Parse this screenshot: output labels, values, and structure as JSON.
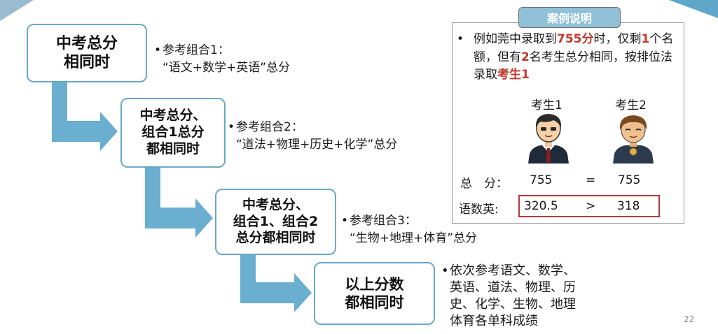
{
  "steps": [
    {
      "lines": [
        "中考总分",
        "相同时"
      ]
    },
    {
      "lines": [
        "中考总分、",
        "组合1总分",
        "都相同时"
      ]
    },
    {
      "lines": [
        "中考总分、",
        "组合1、组合2",
        "总分都相同时"
      ]
    },
    {
      "lines": [
        "以上分数",
        "都相同时"
      ]
    }
  ],
  "notes": [
    {
      "bullet": "•",
      "lines": [
        "参考组合1：",
        "“语文+数学+英语”总分"
      ]
    },
    {
      "bullet": "•",
      "lines": [
        "参考组合2：",
        "“道法+物理+历史+化学”总分"
      ]
    },
    {
      "bullet": "•",
      "lines": [
        "参考组合3：",
        "“生物+地理+体育”总分"
      ]
    },
    {
      "bullet": "•",
      "lines": [
        "依次参考语文、数学、",
        "英语、道法、物理、历",
        "史、化学、生物、地理",
        "体育各单科成绩"
      ]
    }
  ],
  "case": {
    "title": "案例说明",
    "bullet": "•",
    "text": {
      "p1": "例如莞中录取到",
      "score": "755分",
      "p2": "时，仅剩",
      "count": "1",
      "p3": "个名额，但有",
      "tie": "2",
      "p4": "名考生总分相同，按排位法录取",
      "winner": "考生1"
    },
    "candidate1": "考生1",
    "candidate2": "考生2",
    "total_label": "总　分：",
    "total_1": "755",
    "total_op": "=",
    "total_2": "755",
    "sub_label": "语数英:",
    "sub_1": "320.5",
    "sub_op": ">",
    "sub_2": "318"
  },
  "page_number": "22",
  "colors": {
    "arrow": "#6aaed0",
    "box_border": "#6aa8c6",
    "title_bg": "#8fc0d8",
    "highlight": "#c0392b",
    "compare_border": "#b23a3a"
  }
}
